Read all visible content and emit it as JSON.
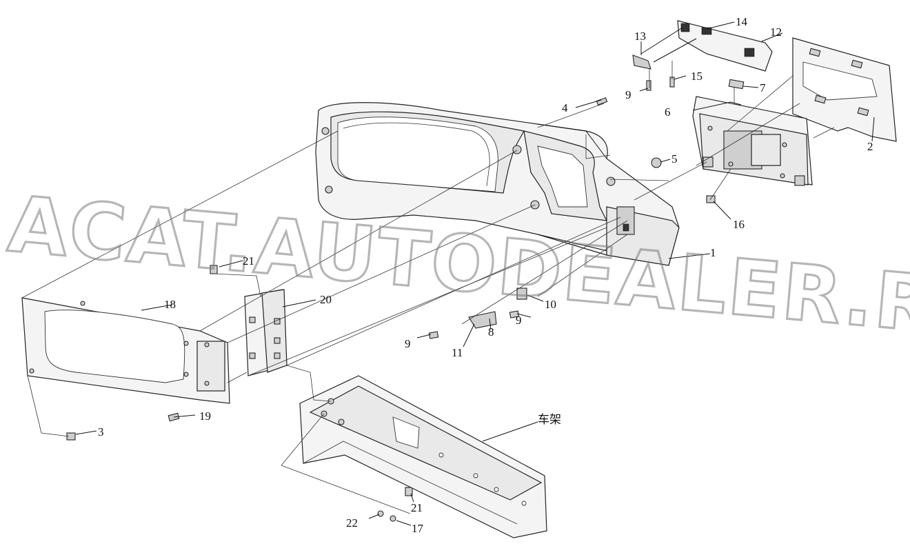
{
  "watermark": {
    "line1": "ACAT.AUTODEALER.RU"
  },
  "callouts": [
    {
      "id": "c1",
      "text": "1"
    },
    {
      "id": "c2",
      "text": "2"
    },
    {
      "id": "c3",
      "text": "3"
    },
    {
      "id": "c4",
      "text": "4"
    },
    {
      "id": "c5",
      "text": "5"
    },
    {
      "id": "c6",
      "text": "6"
    },
    {
      "id": "c7",
      "text": "7"
    },
    {
      "id": "c8",
      "text": "8"
    },
    {
      "id": "c9a",
      "text": "9"
    },
    {
      "id": "c9b",
      "text": "9"
    },
    {
      "id": "c9c",
      "text": "9"
    },
    {
      "id": "c10",
      "text": "10"
    },
    {
      "id": "c11",
      "text": "11"
    },
    {
      "id": "c12",
      "text": "12"
    },
    {
      "id": "c13",
      "text": "13"
    },
    {
      "id": "c14",
      "text": "14"
    },
    {
      "id": "c15",
      "text": "15"
    },
    {
      "id": "c16",
      "text": "16"
    },
    {
      "id": "c17",
      "text": "17"
    },
    {
      "id": "c18",
      "text": "18"
    },
    {
      "id": "c19",
      "text": "19"
    },
    {
      "id": "c20",
      "text": "20"
    },
    {
      "id": "c21a",
      "text": "21"
    },
    {
      "id": "c21b",
      "text": "21"
    },
    {
      "id": "c22",
      "text": "22"
    },
    {
      "id": "cframe",
      "text": "车架"
    }
  ]
}
